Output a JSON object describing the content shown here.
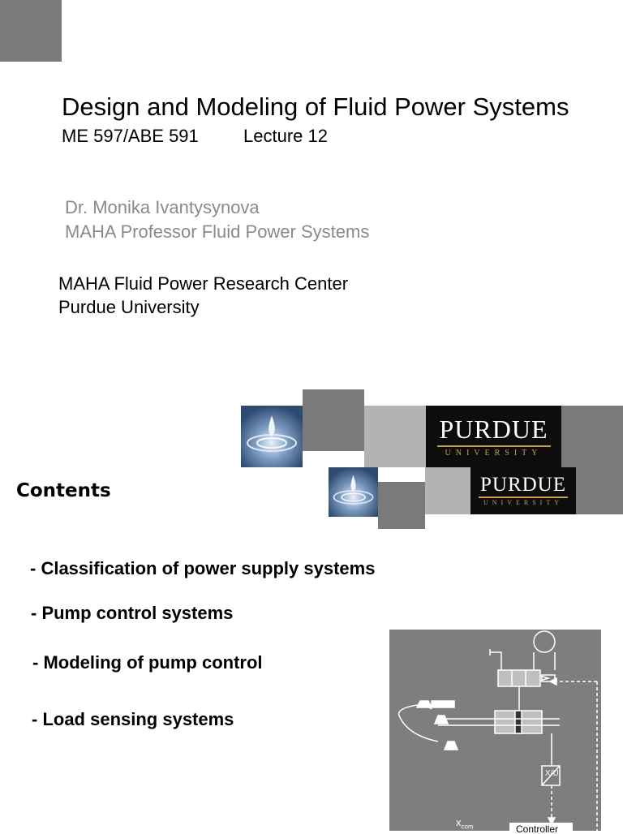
{
  "title": "Design and Modeling of Fluid Power Systems",
  "course": "ME 597/ABE 591",
  "lecture": "Lecture 12",
  "author": "Dr. Monika Ivantysynova",
  "role": "MAHA Professor Fluid Power Systems",
  "center": "MAHA Fluid Power Research Center",
  "university": "Purdue University",
  "logo": {
    "name": "PURDUE",
    "sub": "UNIVERSITY"
  },
  "contents": {
    "heading": "Contents",
    "items": [
      "-  Classification of power supply systems",
      "-  Pump control systems",
      "-  Modeling of pump control",
      "-  Load sensing systems"
    ]
  },
  "diagram": {
    "block_label": "X/U",
    "input_label": "x",
    "input_sub": "com",
    "controller": "Controller"
  },
  "colors": {
    "dark_gray": "#7a7a7a",
    "light_gray": "#b3b3b3",
    "gold": "#c9a046",
    "black": "#0d0d0d"
  }
}
